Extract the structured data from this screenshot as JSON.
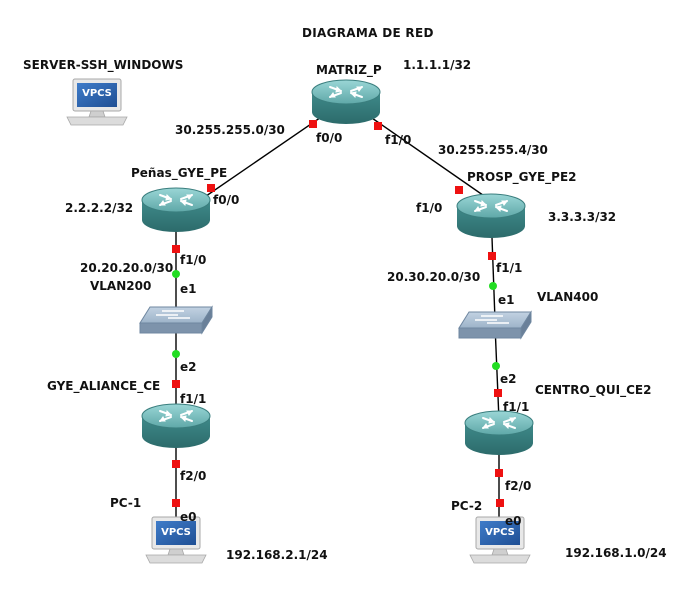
{
  "title": "DIAGRAMA DE RED",
  "nodes": {
    "server": {
      "label": "SERVER-SSH_WINDOWS",
      "icon": "vpcs-icon",
      "badge": "VPCS"
    },
    "matriz": {
      "label": "MATRIZ_P",
      "icon": "router-icon",
      "network": "1.1.1.1/32"
    },
    "penas": {
      "label": "Peñas_GYE_PE",
      "icon": "router-icon",
      "network": "2.2.2.2/32"
    },
    "prosp": {
      "label": "PROSP_GYE_PE2",
      "icon": "router-icon",
      "network": "3.3.3.3/32"
    },
    "vlan200": {
      "label": "VLAN200",
      "icon": "switch-icon"
    },
    "vlan400": {
      "label": "VLAN400",
      "icon": "switch-icon"
    },
    "gye_aliance": {
      "label": "GYE_ALIANCE_CE",
      "icon": "router-icon"
    },
    "centro_qui": {
      "label": "CENTRO_QUI_CE2",
      "icon": "router-icon"
    },
    "pc1": {
      "label": "PC-1",
      "icon": "vpcs-icon",
      "badge": "VPCS",
      "network": "192.168.2.1/24"
    },
    "pc2": {
      "label": "PC-2",
      "icon": "vpcs-icon",
      "badge": "VPCS",
      "network": "192.168.1.0/24"
    }
  },
  "links": {
    "matriz_penas": {
      "network": "30.255.255.0/30",
      "a_port": "f0/0",
      "b_port": "f0/0"
    },
    "matriz_prosp": {
      "network": "30.255.255.4/30",
      "a_port": "f1/0",
      "b_port": "f1/0"
    },
    "penas_vlan200": {
      "network": "20.20.20.0/30",
      "a_port": "f1/0",
      "b_port": "e1"
    },
    "prosp_vlan400": {
      "network": "20.30.20.0/30",
      "a_port": "f1/1",
      "b_port": "e1"
    },
    "vlan200_gye": {
      "a_port": "e2",
      "b_port": "f1/1"
    },
    "vlan400_centro": {
      "a_port": "e2",
      "b_port": "f1/1"
    },
    "gye_pc1": {
      "a_port": "f2/0",
      "b_port": "e0"
    },
    "centro_pc2": {
      "a_port": "f2/0",
      "b_port": "e0"
    }
  },
  "colors": {
    "router_body": "#4f9b9b",
    "router_top": "#7cc3c3",
    "switch_body": "#8aa0b8",
    "port_down": "#ee1111",
    "port_up": "#22dd22",
    "link": "#000000",
    "vpcs_screen": "#2a5fa8"
  }
}
